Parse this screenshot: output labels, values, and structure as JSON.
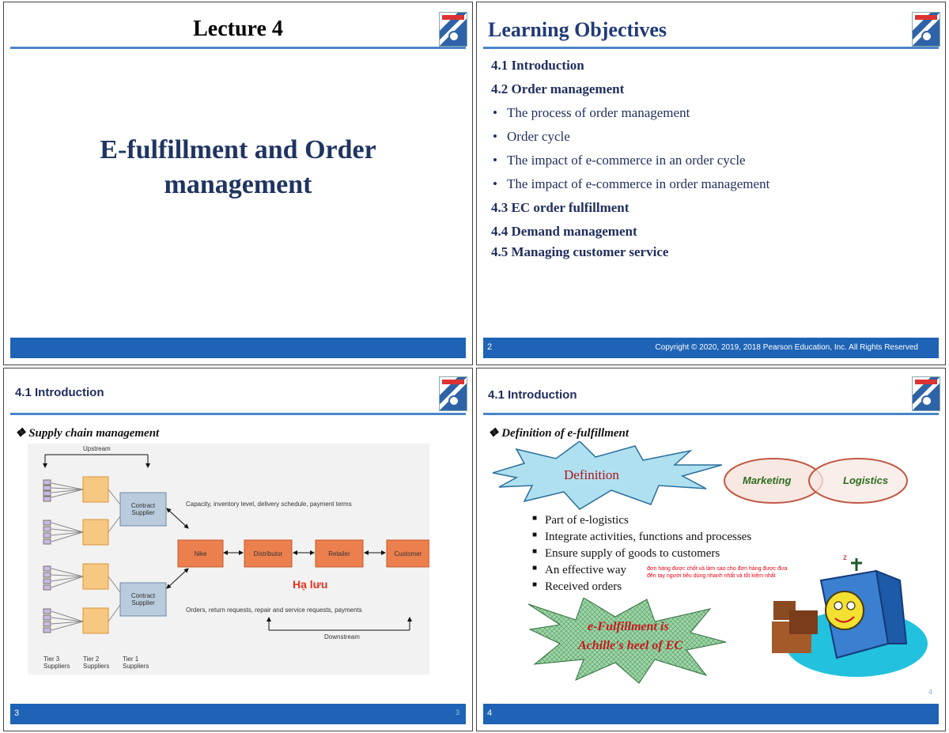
{
  "slide1": {
    "title": "Lecture 4",
    "main_title": "E-fulfillment and Order management"
  },
  "slide2": {
    "title": "Learning Objectives",
    "objectives": [
      "4.1 Introduction",
      "4.2 Order management",
      "The process of order management",
      "Order cycle",
      "The impact of e-commerce in an order cycle",
      "The impact of e-commerce in order management",
      "4.3 EC order fulfillment",
      "4.4 Demand management",
      "4.5 Managing customer service"
    ],
    "footer_number": "2",
    "copyright": "Copyright © 2020, 2019, 2018 Pearson Education, Inc. All Rights Reserved"
  },
  "slide3": {
    "title": "4.1 Introduction",
    "subtitle": "Supply chain management",
    "diagram": {
      "upstream": "Upstream",
      "downstream": "Downstream",
      "contract_supplier": "Contract Supplier",
      "nike": "Nike",
      "distributor": "Distributor",
      "retailer": "Retailer",
      "customer": "Customer",
      "top_flow": "Capacity, inventory level, delivery schedule, payment terms",
      "bottom_flow": "Orders, return requests, repair and service requests, payments",
      "tier3": "Tier 3 Suppliers",
      "tier2": "Tier 2 Suppliers",
      "tier1": "Tier 1 Suppliers",
      "ha_luu": "Hạ lưu"
    },
    "footer_number": "3",
    "footer_right": "3"
  },
  "slide4": {
    "title": "4.1 Introduction",
    "subtitle": "Definition of e-fulfillment",
    "definition_label": "Definition",
    "marketing": "Marketing",
    "logistics": "Logistics",
    "bullets": [
      "Part of e-logistics",
      "Integrate activities, functions and processes",
      "Ensure supply of goods to customers",
      "An effective way",
      "Received orders"
    ],
    "note": "đơn hàng được chốt và làm sao cho đơn hàng được đưa đến tay người tiêu dùng nhanh nhất và tốt kiệm nhất",
    "burst_line1": "e-Fulfillment is",
    "burst_line2": "Achille's heel of EC",
    "footer_number": "4",
    "footer_right": "4"
  }
}
